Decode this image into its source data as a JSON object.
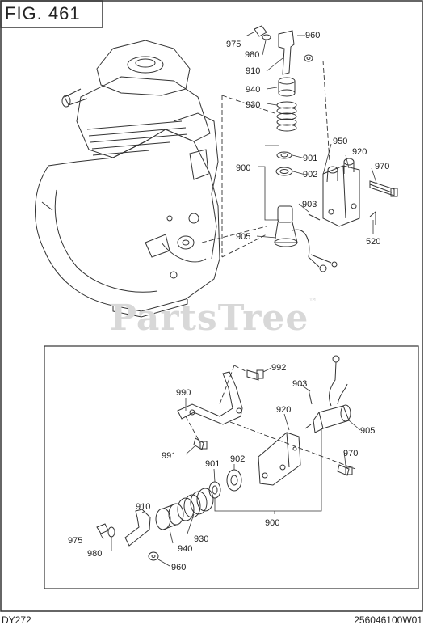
{
  "figure_label": "FIG. 461",
  "watermark": "PartsTree",
  "watermark_mark": "™",
  "footer": {
    "model": "DY272",
    "code": "256046100W01"
  },
  "callouts_top": [
    "975",
    "980",
    "960",
    "910",
    "940",
    "930",
    "950",
    "920",
    "901",
    "970",
    "900",
    "902",
    "903",
    "905",
    "520"
  ],
  "callouts_inset": [
    "992",
    "903",
    "990",
    "920",
    "905",
    "991",
    "901",
    "902",
    "970",
    "910",
    "900",
    "975",
    "980",
    "930",
    "940",
    "960"
  ]
}
